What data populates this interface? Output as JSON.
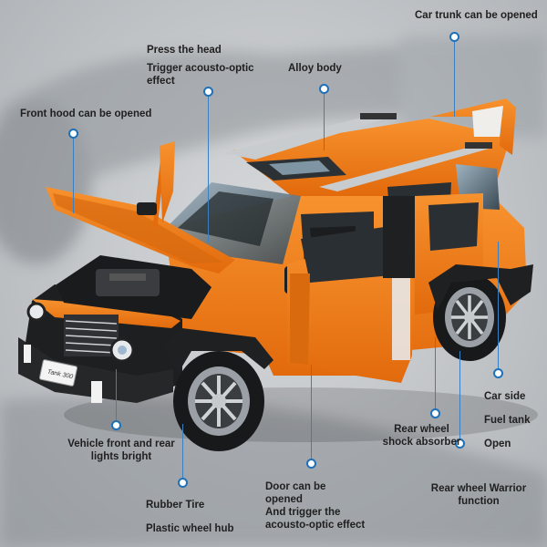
{
  "labels": {
    "trunk": "Car trunk can be opened",
    "press_head": "Press the head",
    "trigger": [
      "Trigger acousto-optic",
      "effect"
    ],
    "alloy": "Alloy body",
    "front_hood": "Front hood can be opened",
    "car_side": "Car side",
    "fuel_tank": "Fuel tank",
    "open": "Open",
    "rear_shock": [
      "Rear wheel",
      "shock absorber"
    ],
    "lights": [
      "Vehicle front and rear",
      "lights bright"
    ],
    "door": [
      "Door can be",
      "opened",
      "And trigger the",
      "acousto-optic effect"
    ],
    "warrior": [
      "Rear wheel Warrior",
      "function"
    ],
    "rubber": "Rubber Tire",
    "hub": "Plastic wheel hub"
  },
  "plate_text": "Tank 300",
  "colors": {
    "body": "#f07a14",
    "body_dark": "#c9560a",
    "accent": "#1e70b8",
    "text": "#1f1f1f"
  }
}
